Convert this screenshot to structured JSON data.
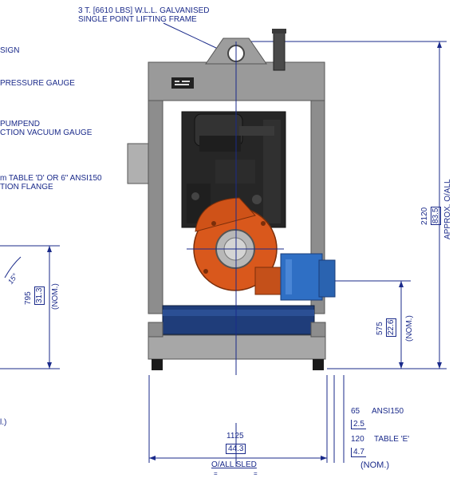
{
  "callouts": {
    "frame_line1": "3 T. [6610 LBS] W.L.L. GALVANISED",
    "frame_line2": "SINGLE POINT LIFTING FRAME",
    "sign": "SIGN",
    "pressure_gauge": "PRESSURE GAUGE",
    "pumpend": "PUMPEND",
    "vacuum_gauge": "CTION VACUUM GAUGE",
    "table_d": "m TABLE  'D' OR 6\" ANSI150",
    "suction_flange": "TION FLANGE",
    "partial_left": "l.)"
  },
  "dimensions": {
    "overall_height": {
      "mm": "2120",
      "in": "83.5",
      "note": "APPROX. O/ALL"
    },
    "suction_height": {
      "mm": "795",
      "in": "31.3",
      "note": "(NOM.)",
      "angle": "15°"
    },
    "discharge_height": {
      "mm": "575",
      "in": "22.6",
      "note": "(NOM.)"
    },
    "sled_width": {
      "mm": "1125",
      "in": "44.3",
      "note": "O/ALL SLED"
    },
    "flange_ansi": {
      "mm": "65",
      "label": "ANSI150",
      "in": "2.5"
    },
    "flange_table": {
      "mm": "120",
      "label": "TABLE 'E'",
      "in": "4.7",
      "note": "(NOM.)"
    }
  },
  "colors": {
    "annotation": "#1a2a8a",
    "frame": "#8d8d8d",
    "engine": "#222222",
    "pump": "#d9581c",
    "flange": "#2f6fc4",
    "base": "#1f3d7a"
  }
}
